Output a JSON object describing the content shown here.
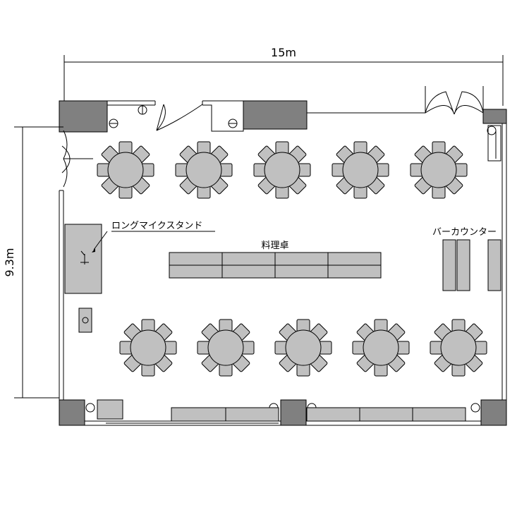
{
  "dimensions": {
    "width_label": "15m",
    "height_label": "9.3m"
  },
  "labels": {
    "mic_stand": "ロングマイクスタンド",
    "buffet_table": "料理卓",
    "bar_counter": "バーカウンター"
  },
  "tables": {
    "row1_count": 5,
    "row2_count": 5,
    "chairs_per_table": 8
  },
  "colors": {
    "wall": "#808080",
    "furniture": "#c0c0c0",
    "line": "#000000"
  }
}
